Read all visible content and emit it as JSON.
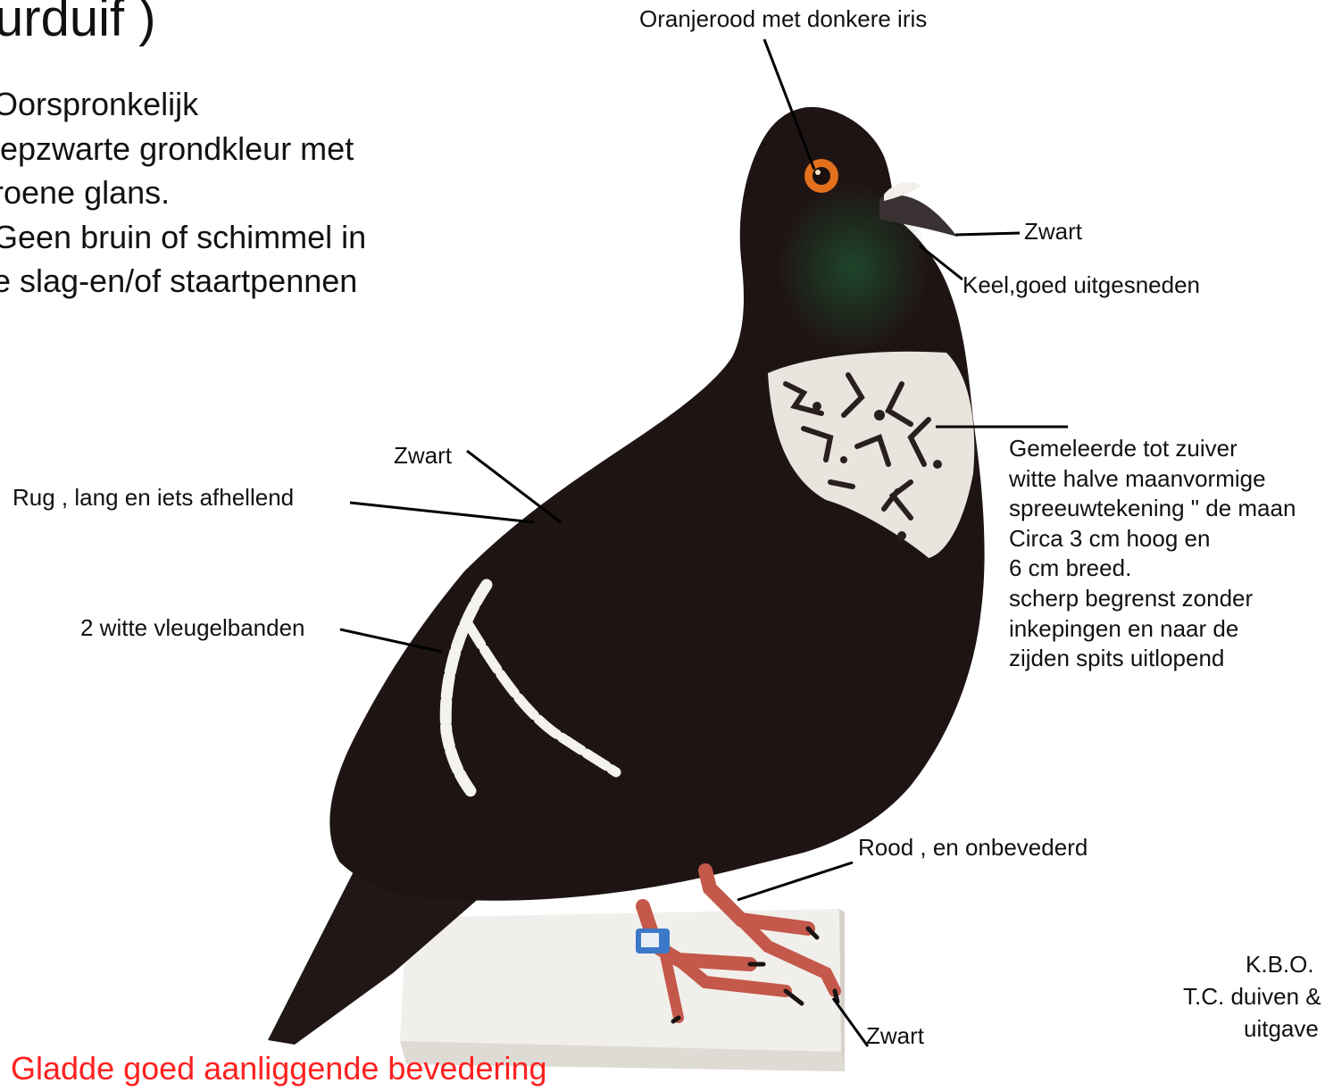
{
  "title": "urduif )",
  "description_lines": [
    "Oorspronkelijk",
    "iepzwarte grondkleur met",
    "roene glans.",
    "Geen bruin of schimmel in",
    "e slag-en/of staartpennen"
  ],
  "labels": {
    "eye": "Oranjerood met donkere iris",
    "beak": "Zwart",
    "throat": "Keel,goed uitgesneden",
    "back_color": "Zwart",
    "back_shape": "Rug , lang en iets afhellend",
    "wing_bars": "2 witte vleugelbanden",
    "legs": "Rood , en onbevederd",
    "nails": "Zwart"
  },
  "moon_description": [
    "Gemeleerde tot zuiver",
    "witte halve maanvormige",
    "spreeuwtekening \" de maan",
    "Circa 3 cm hoog en",
    "6 cm breed.",
    "scherp begrenst zonder",
    "inkepingen en naar de",
    "zijden spits uitlopend"
  ],
  "footer": "Gladde goed aanliggende bevedering",
  "credits": [
    "K.B.O.",
    "T.C. duiven &",
    "uitgave"
  ],
  "colors": {
    "text": "#111111",
    "footer": "#ff2020",
    "plumage": "#1f1414",
    "eye": "#e2701c",
    "legs": "#c4584a",
    "pedestal": "#f1efec"
  }
}
